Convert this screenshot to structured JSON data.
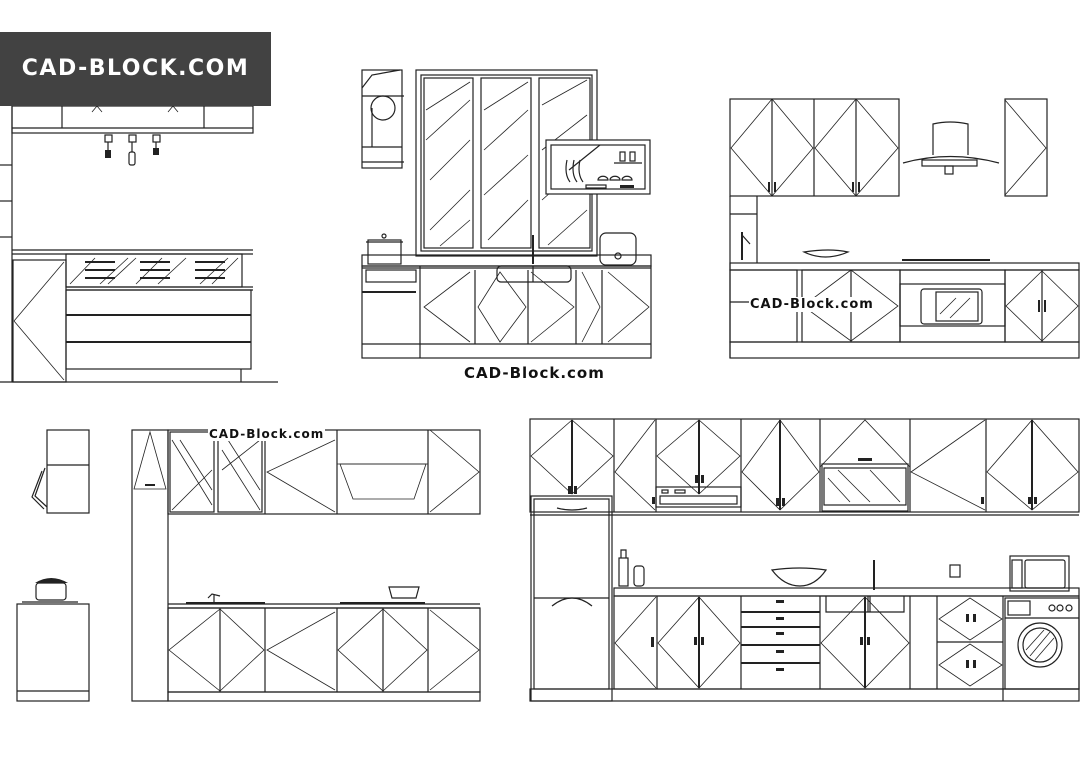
{
  "branding": {
    "logo_text": "CAD-BLOCK.COM",
    "logo_bg": "#424242",
    "logo_fg": "#ffffff"
  },
  "watermarks": [
    {
      "id": "wm-center-top",
      "text": "CAD-Block.com"
    },
    {
      "id": "wm-right-top",
      "text": "CAD-Block.com"
    },
    {
      "id": "wm-left-bottom",
      "text": "CAD-Block.com"
    }
  ],
  "drawings": [
    {
      "id": "side-elevation-island",
      "description": "Side elevation with wall cabinet, hanging utensils, glass-front counter and drawers"
    },
    {
      "id": "window-sink-elevation",
      "description": "Window wall with sink, pot, rice cooker, dish rack and base cabinets"
    },
    {
      "id": "hood-microwave-elevation",
      "description": "Wall cabinets, range hood, built-in microwave and base cabinets"
    },
    {
      "id": "side-elevation-small",
      "description": "Small side elevation with pot on stove"
    },
    {
      "id": "l-shaped-elevation",
      "description": "Upper glass cabinets, hood, lower cabinets with sink and wok"
    },
    {
      "id": "full-wall-elevation",
      "description": "Full kitchen wall with fridge, drawers, sink, microwave, washing machine"
    }
  ],
  "colors": {
    "line": "#222222",
    "background": "#ffffff"
  }
}
